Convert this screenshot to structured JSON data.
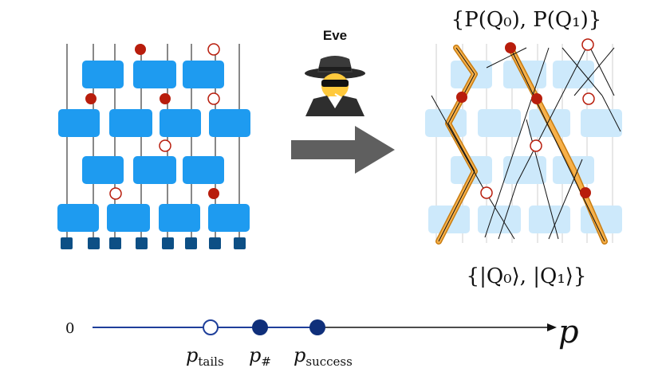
{
  "eavesdropper": {
    "name": "Eve"
  },
  "top_label": "{P(Q₀), P(Q₁)}",
  "bottom_label": "{|Q₀⟩, |Q₁⟩}",
  "axis": {
    "origin_label": "0",
    "variable": "p",
    "markers": [
      {
        "symbol": "p",
        "subscript": "tails",
        "style": "hollow"
      },
      {
        "symbol": "p",
        "subscript": "#",
        "style": "filled"
      },
      {
        "symbol": "p",
        "subscript": "success",
        "style": "filled"
      }
    ]
  },
  "colors": {
    "gate": "#1e9bf0",
    "gate_faded": "#cde9fb",
    "measurement": "#0d4f85",
    "marker_red": "#b81d0c",
    "path_orange": "#f2a32e",
    "arrow_gray": "#5f5f5f",
    "axis_blue": "#1f3f9a"
  }
}
